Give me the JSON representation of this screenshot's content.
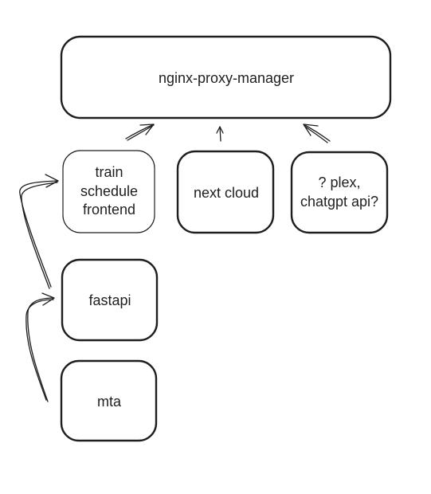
{
  "diagram": {
    "nodes": {
      "proxy": {
        "label": "nginx-proxy-manager"
      },
      "train": {
        "lines": [
          "train",
          "schedule",
          "frontend"
        ]
      },
      "nextcloud": {
        "label": "next cloud"
      },
      "plex": {
        "lines": [
          "? plex,",
          "chatgpt api?"
        ]
      },
      "fastapi": {
        "label": "fastapi"
      },
      "mta": {
        "label": "mta"
      }
    },
    "edges": [
      {
        "from": "train",
        "to": "proxy"
      },
      {
        "from": "nextcloud",
        "to": "proxy"
      },
      {
        "from": "plex",
        "to": "proxy"
      },
      {
        "from": "fastapi",
        "to": "train"
      },
      {
        "from": "mta",
        "to": "fastapi"
      }
    ]
  }
}
